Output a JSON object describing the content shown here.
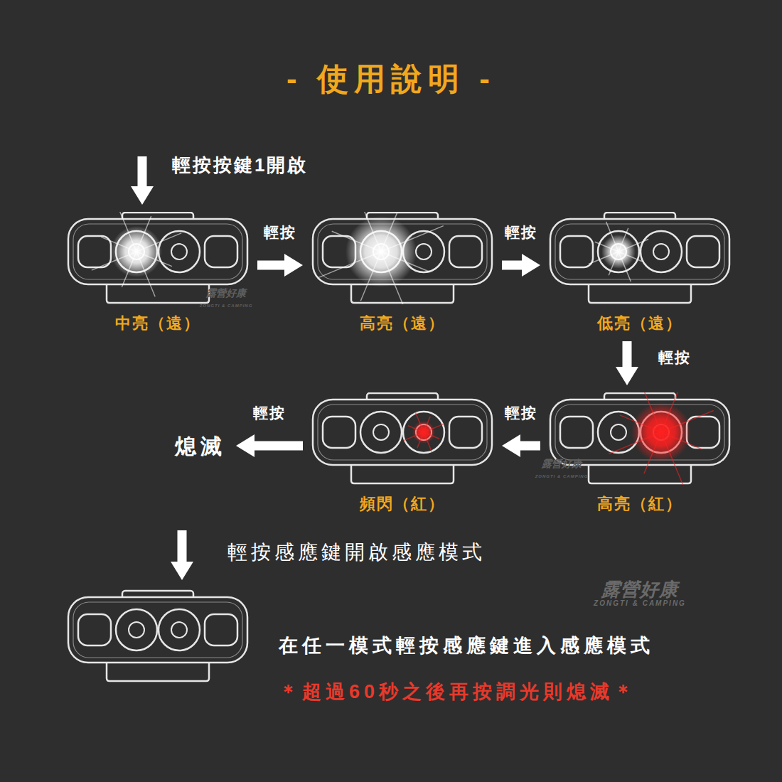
{
  "diagram": {
    "title": "- 使用說明 -",
    "nodes": [
      {
        "text": [
          "中亮（遠）"
        ]
      },
      {
        "text": [
          "高亮（遠）"
        ]
      },
      {
        "text": [
          "低亮（遠）"
        ]
      },
      {
        "text": [
          "高亮（紅）"
        ]
      },
      {
        "text": [
          "頻閃（紅）"
        ]
      },
      {
        "text": [
          "熄滅"
        ]
      }
    ],
    "edges": [
      {
        "from": 0,
        "to": 1,
        "arrow": "to",
        "label": "輕按"
      },
      {
        "from": 1,
        "to": 2,
        "arrow": "to",
        "label": "輕按"
      },
      {
        "from": 2,
        "to": 3,
        "arrow": "to",
        "label": "輕按"
      },
      {
        "from": 3,
        "to": 4,
        "arrow": "to",
        "label": "輕按"
      },
      {
        "from": 4,
        "to": 5,
        "arrow": "to",
        "label": "輕按"
      }
    ],
    "labels": [
      "輕按按鍵1開啟",
      "輕按感應鍵開啟感應模式",
      "在任一模式輕按感應鍵進入感應模式",
      "＊超過60秒之後再按調光則熄滅＊",
      "露營好康",
      "ZONGTI & CAMPING",
      "露營好康",
      "ZONGTI & CAMPING",
      "露營好康",
      "ZONGTI & CAMPING"
    ]
  }
}
